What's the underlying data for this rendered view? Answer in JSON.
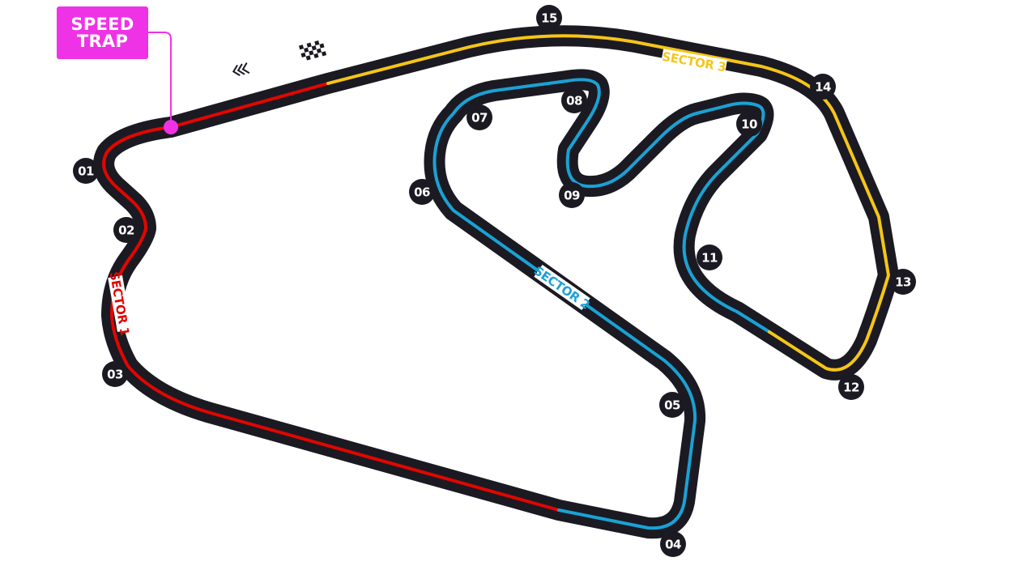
{
  "speed_trap": {
    "line1": "SPEED",
    "line2": "TRAP",
    "color": "#f032e6"
  },
  "sectors": [
    {
      "id": "s1",
      "label": "SECTOR 1",
      "color": "#e10600"
    },
    {
      "id": "s2",
      "label": "SECTOR 2",
      "color": "#1ba1d4"
    },
    {
      "id": "s3",
      "label": "SECTOR 3",
      "color": "#f5c518"
    }
  ],
  "turns": [
    "01",
    "02",
    "03",
    "04",
    "05",
    "06",
    "07",
    "08",
    "09",
    "10",
    "11",
    "12",
    "13",
    "14",
    "15"
  ],
  "colors": {
    "track": "#1b1a22",
    "background": "#ffffff",
    "marker": "#1b1a22"
  },
  "icons": [
    "direction-chevrons-icon",
    "checkered-flag-icon"
  ]
}
